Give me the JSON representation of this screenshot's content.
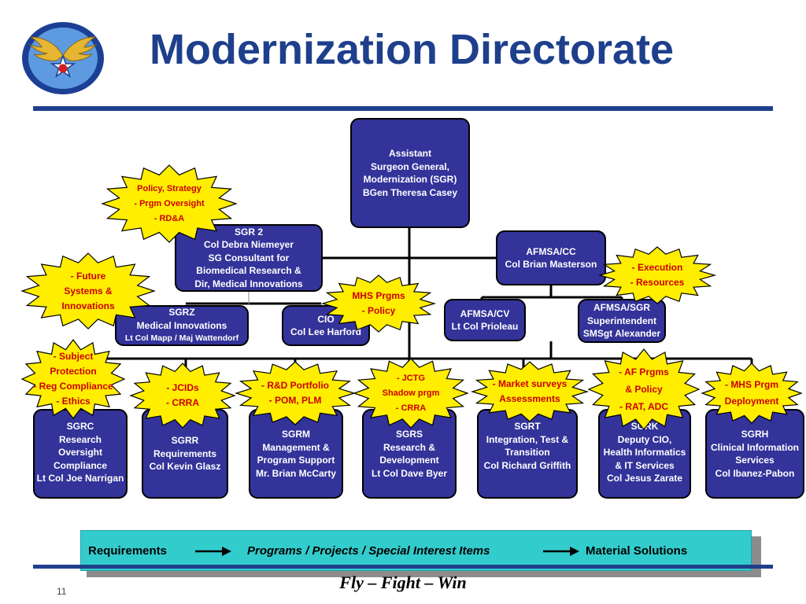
{
  "slide": {
    "title": "Modernization Directorate",
    "page_number": "11",
    "motto": "Fly – Fight – Win",
    "logo_icon": "air-force-wing-star-emblem-icon",
    "colors": {
      "title": "#1e3f8c",
      "box_fill": "#33339a",
      "burst_fill": "#ffee00",
      "burst_text": "#cc0000",
      "flow_bar": "#33cccc"
    }
  },
  "org": {
    "sgr": [
      "Assistant",
      "Surgeon General,",
      "Modernization (SGR)",
      "BGen Theresa Casey"
    ],
    "sgr2": [
      "SGR 2",
      "Col Debra Niemeyer",
      "SG Consultant for",
      "Biomedical Research &",
      "Dir, Medical Innovations"
    ],
    "afmsa_cc": [
      "AFMSA/CC",
      "Col Brian Masterson"
    ],
    "sgrz": [
      "SGRZ",
      "Medical Innovations",
      "Lt Col Mapp / Maj Wattendorf"
    ],
    "cio": [
      "CIO",
      "Col Lee Harford"
    ],
    "afmsa_cv": [
      "AFMSA/CV",
      "Lt Col Prioleau"
    ],
    "afmsa_sgr": [
      "AFMSA/SGR",
      "Superintendent",
      "SMSgt Alexander"
    ],
    "sgrc": [
      "SGRC",
      "Research",
      "Oversight",
      "Compliance",
      "Lt Col Joe Narrigan"
    ],
    "sgrr": [
      "SGRR",
      "Requirements",
      "Col Kevin Glasz"
    ],
    "sgrm": [
      "SGRM",
      "Management &",
      "Program Support",
      "Mr. Brian McCarty"
    ],
    "sgrs": [
      "SGRS",
      "Research &",
      "Development",
      "Lt Col Dave Byer"
    ],
    "sgrt": [
      "SGRT",
      "Integration, Test &",
      "Transition",
      "Col Richard Griffith"
    ],
    "sgrk": [
      "SGRK",
      "Deputy CIO,",
      "Health Informatics",
      "& IT Services",
      "Col Jesus Zarate"
    ],
    "sgrh": [
      "SGRH",
      "Clinical Information",
      "Services",
      "Col  Ibanez-Pabon"
    ]
  },
  "bursts": {
    "policy": [
      "Policy, Strategy",
      "- Prgm Oversight",
      "- RD&A"
    ],
    "future": [
      "- Future",
      "Systems &",
      "Innovations"
    ],
    "execution": [
      "- Execution",
      "- Resources"
    ],
    "mhs_prgms": [
      "MHS Prgms",
      "- Policy"
    ],
    "subject": [
      "- Subject",
      "Protection",
      "- Reg Compliance",
      "- Ethics"
    ],
    "jcids": [
      "- JCIDs",
      "- CRRA"
    ],
    "rnd": [
      "- R&D Portfolio",
      "- POM, PLM"
    ],
    "jctg": [
      "- JCTG",
      "Shadow prgm",
      "- CRRA"
    ],
    "market": [
      "- Market surveys",
      "Assessments"
    ],
    "af_prgms": [
      "- AF Prgms",
      "& Policy",
      "- RAT, ADC"
    ],
    "mhs_prgm": [
      "- MHS Prgm",
      "Deployment"
    ]
  },
  "flow": {
    "requirements": "Requirements",
    "programs": "Programs / Projects / Special Interest Items",
    "material": "Material Solutions"
  }
}
